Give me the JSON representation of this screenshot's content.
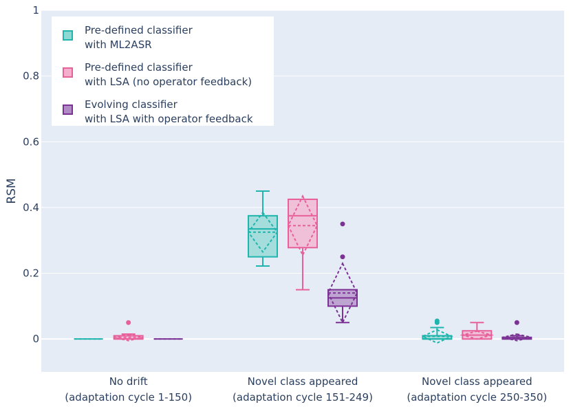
{
  "chart_data": {
    "type": "box",
    "title": "",
    "xlabel": "",
    "ylabel": "RSM",
    "ylim": [
      -0.1,
      1.0
    ],
    "yticks": [
      {
        "value": 0,
        "label": "0"
      },
      {
        "value": 0.2,
        "label": "0.2"
      },
      {
        "value": 0.4,
        "label": "0.4"
      },
      {
        "value": 0.6,
        "label": "0.6"
      },
      {
        "value": 0.8,
        "label": "0.8"
      },
      {
        "value": 1,
        "label": "1"
      }
    ],
    "categories": [
      {
        "line1": "No drift",
        "line2": "(adaptation cycle 1-150)"
      },
      {
        "line1": "Novel class appeared",
        "line2": "(adaptation cycle 151-249)"
      },
      {
        "line1": "Novel class appeared",
        "line2": "(adaptation cycle 250-350)"
      }
    ],
    "grid": true,
    "legend_position": "top-left",
    "series": [
      {
        "name_line1": "Pre-defined classifier",
        "name_line2": "with ML2ASR",
        "color": "#1fb5ad",
        "fill": "#8fd7d3",
        "boxes": [
          {
            "min": 0,
            "q1": 0,
            "median": 0,
            "q3": 0,
            "max": 0,
            "mean": 0,
            "sd": 0,
            "outliers": []
          },
          {
            "min": 0.222,
            "q1": 0.25,
            "median": 0.335,
            "q3": 0.375,
            "max": 0.45,
            "mean": 0.325,
            "sd": 0.06,
            "outliers": []
          },
          {
            "min": 0,
            "q1": 0,
            "median": 0,
            "q3": 0.01,
            "max": 0.035,
            "mean": 0.008,
            "sd": 0.02,
            "outliers": [
              0.05,
              0.055
            ]
          }
        ]
      },
      {
        "name_line1": "Pre-defined classifier",
        "name_line2": "with LSA (no operator feedback)",
        "color": "#e8609a",
        "fill": "#f3b0cd",
        "boxes": [
          {
            "min": 0,
            "q1": 0,
            "median": 0,
            "q3": 0.01,
            "max": 0.015,
            "mean": 0.005,
            "sd": 0.01,
            "outliers": [
              0.05
            ]
          },
          {
            "min": 0.15,
            "q1": 0.278,
            "median": 0.375,
            "q3": 0.425,
            "max": 0.425,
            "mean": 0.345,
            "sd": 0.09,
            "outliers": []
          },
          {
            "min": 0,
            "q1": 0,
            "median": 0.012,
            "q3": 0.025,
            "max": 0.05,
            "mean": 0.012,
            "sd": 0.012,
            "outliers": []
          }
        ]
      },
      {
        "name_line1": "Evolving classifier",
        "name_line2": "with LSA with operator feedback",
        "color": "#7b3294",
        "fill": "#b08cc4",
        "boxes": [
          {
            "min": 0,
            "q1": 0,
            "median": 0,
            "q3": 0,
            "max": 0,
            "mean": 0,
            "sd": 0,
            "outliers": []
          },
          {
            "min": 0.05,
            "q1": 0.1,
            "median": 0.125,
            "q3": 0.15,
            "max": 0.15,
            "mean": 0.14,
            "sd": 0.09,
            "outliers": [
              0.25,
              0.35
            ]
          },
          {
            "min": 0,
            "q1": 0,
            "median": 0,
            "q3": 0.005,
            "max": 0.01,
            "mean": 0.005,
            "sd": 0.01,
            "outliers": [
              0.05
            ]
          }
        ]
      }
    ]
  }
}
